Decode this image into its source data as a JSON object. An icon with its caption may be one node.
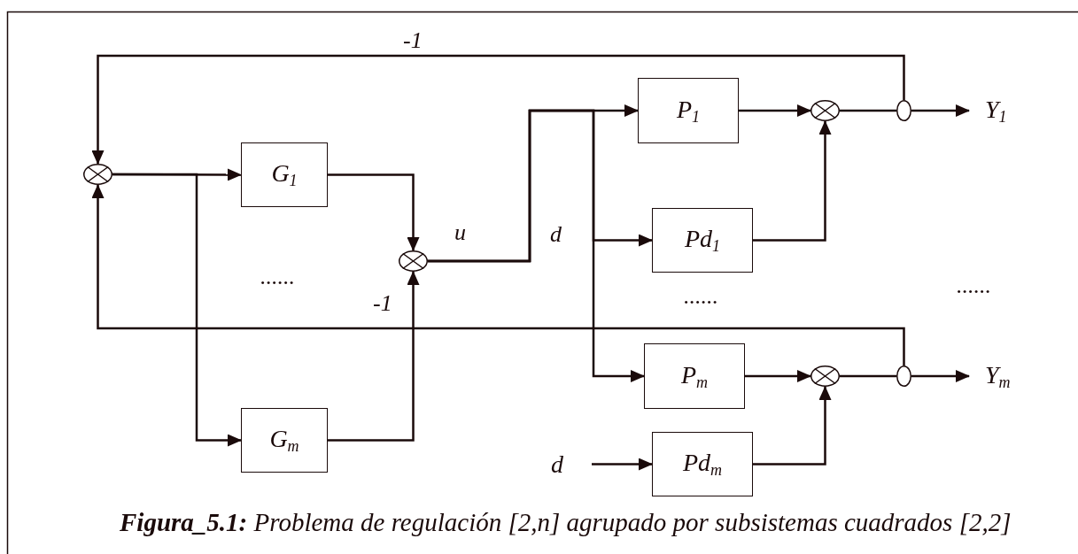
{
  "diagram": {
    "caption": "**Figura_5.1:** Problema de regulación [2,n] agrupado por subsistemas cuadrados [2,2]",
    "nodes": [
      {
        "text": [],
        "shape": "circle"
      },
      {
        "text": [
          "G$_{1}$"
        ]
      },
      {
        "text": [
          "G$_{m}$"
        ]
      },
      {
        "text": [],
        "shape": "circle"
      },
      {
        "text": [
          "P$_{1}$"
        ]
      },
      {
        "text": [
          "Pd$_{1}$"
        ]
      },
      {
        "text": [
          "P$_{m}$"
        ]
      },
      {
        "text": [
          "Pd$_{m}$"
        ]
      },
      {
        "text": [],
        "shape": "circle"
      },
      {
        "text": [],
        "shape": "circle"
      },
      {
        "text": [],
        "shape": "circle"
      },
      {
        "text": [],
        "shape": "circle"
      },
      {
        "text": [
          "Y$_{1}$"
        ]
      },
      {
        "text": [
          "Y$_{m}$"
        ]
      },
      {
        "text": [
          "d"
        ]
      }
    ],
    "edges": [
      {
        "from": 0,
        "to": 1,
        "arrow": "to"
      },
      {
        "from": 0,
        "to": 2,
        "arrow": "to"
      },
      {
        "from": 1,
        "to": 3,
        "arrow": "to"
      },
      {
        "from": 2,
        "to": 3,
        "arrow": "to"
      },
      {
        "from": 3,
        "to": 4,
        "arrow": "to"
      },
      {
        "from": 3,
        "to": 5,
        "arrow": "to"
      },
      {
        "from": 3,
        "to": 6,
        "arrow": "to"
      },
      {
        "from": 4,
        "to": 8,
        "arrow": "to"
      },
      {
        "from": 5,
        "to": 8,
        "arrow": "to"
      },
      {
        "from": 6,
        "to": 9,
        "arrow": "to"
      },
      {
        "from": 7,
        "to": 9,
        "arrow": "to"
      },
      {
        "from": 14,
        "to": 7,
        "arrow": "to"
      },
      {
        "from": 8,
        "to": 10,
        "arrow": "none"
      },
      {
        "from": 10,
        "to": 12,
        "arrow": "to"
      },
      {
        "from": 9,
        "to": 11,
        "arrow": "none"
      },
      {
        "from": 11,
        "to": 13,
        "arrow": "to"
      },
      {
        "from": 10,
        "to": 0,
        "arrow": "to",
        "label": "-1"
      },
      {
        "from": 11,
        "to": 0,
        "arrow": "to",
        "label": "-1"
      }
    ],
    "labels": [
      "u",
      "d",
      "......",
      "......",
      "......"
    ]
  }
}
